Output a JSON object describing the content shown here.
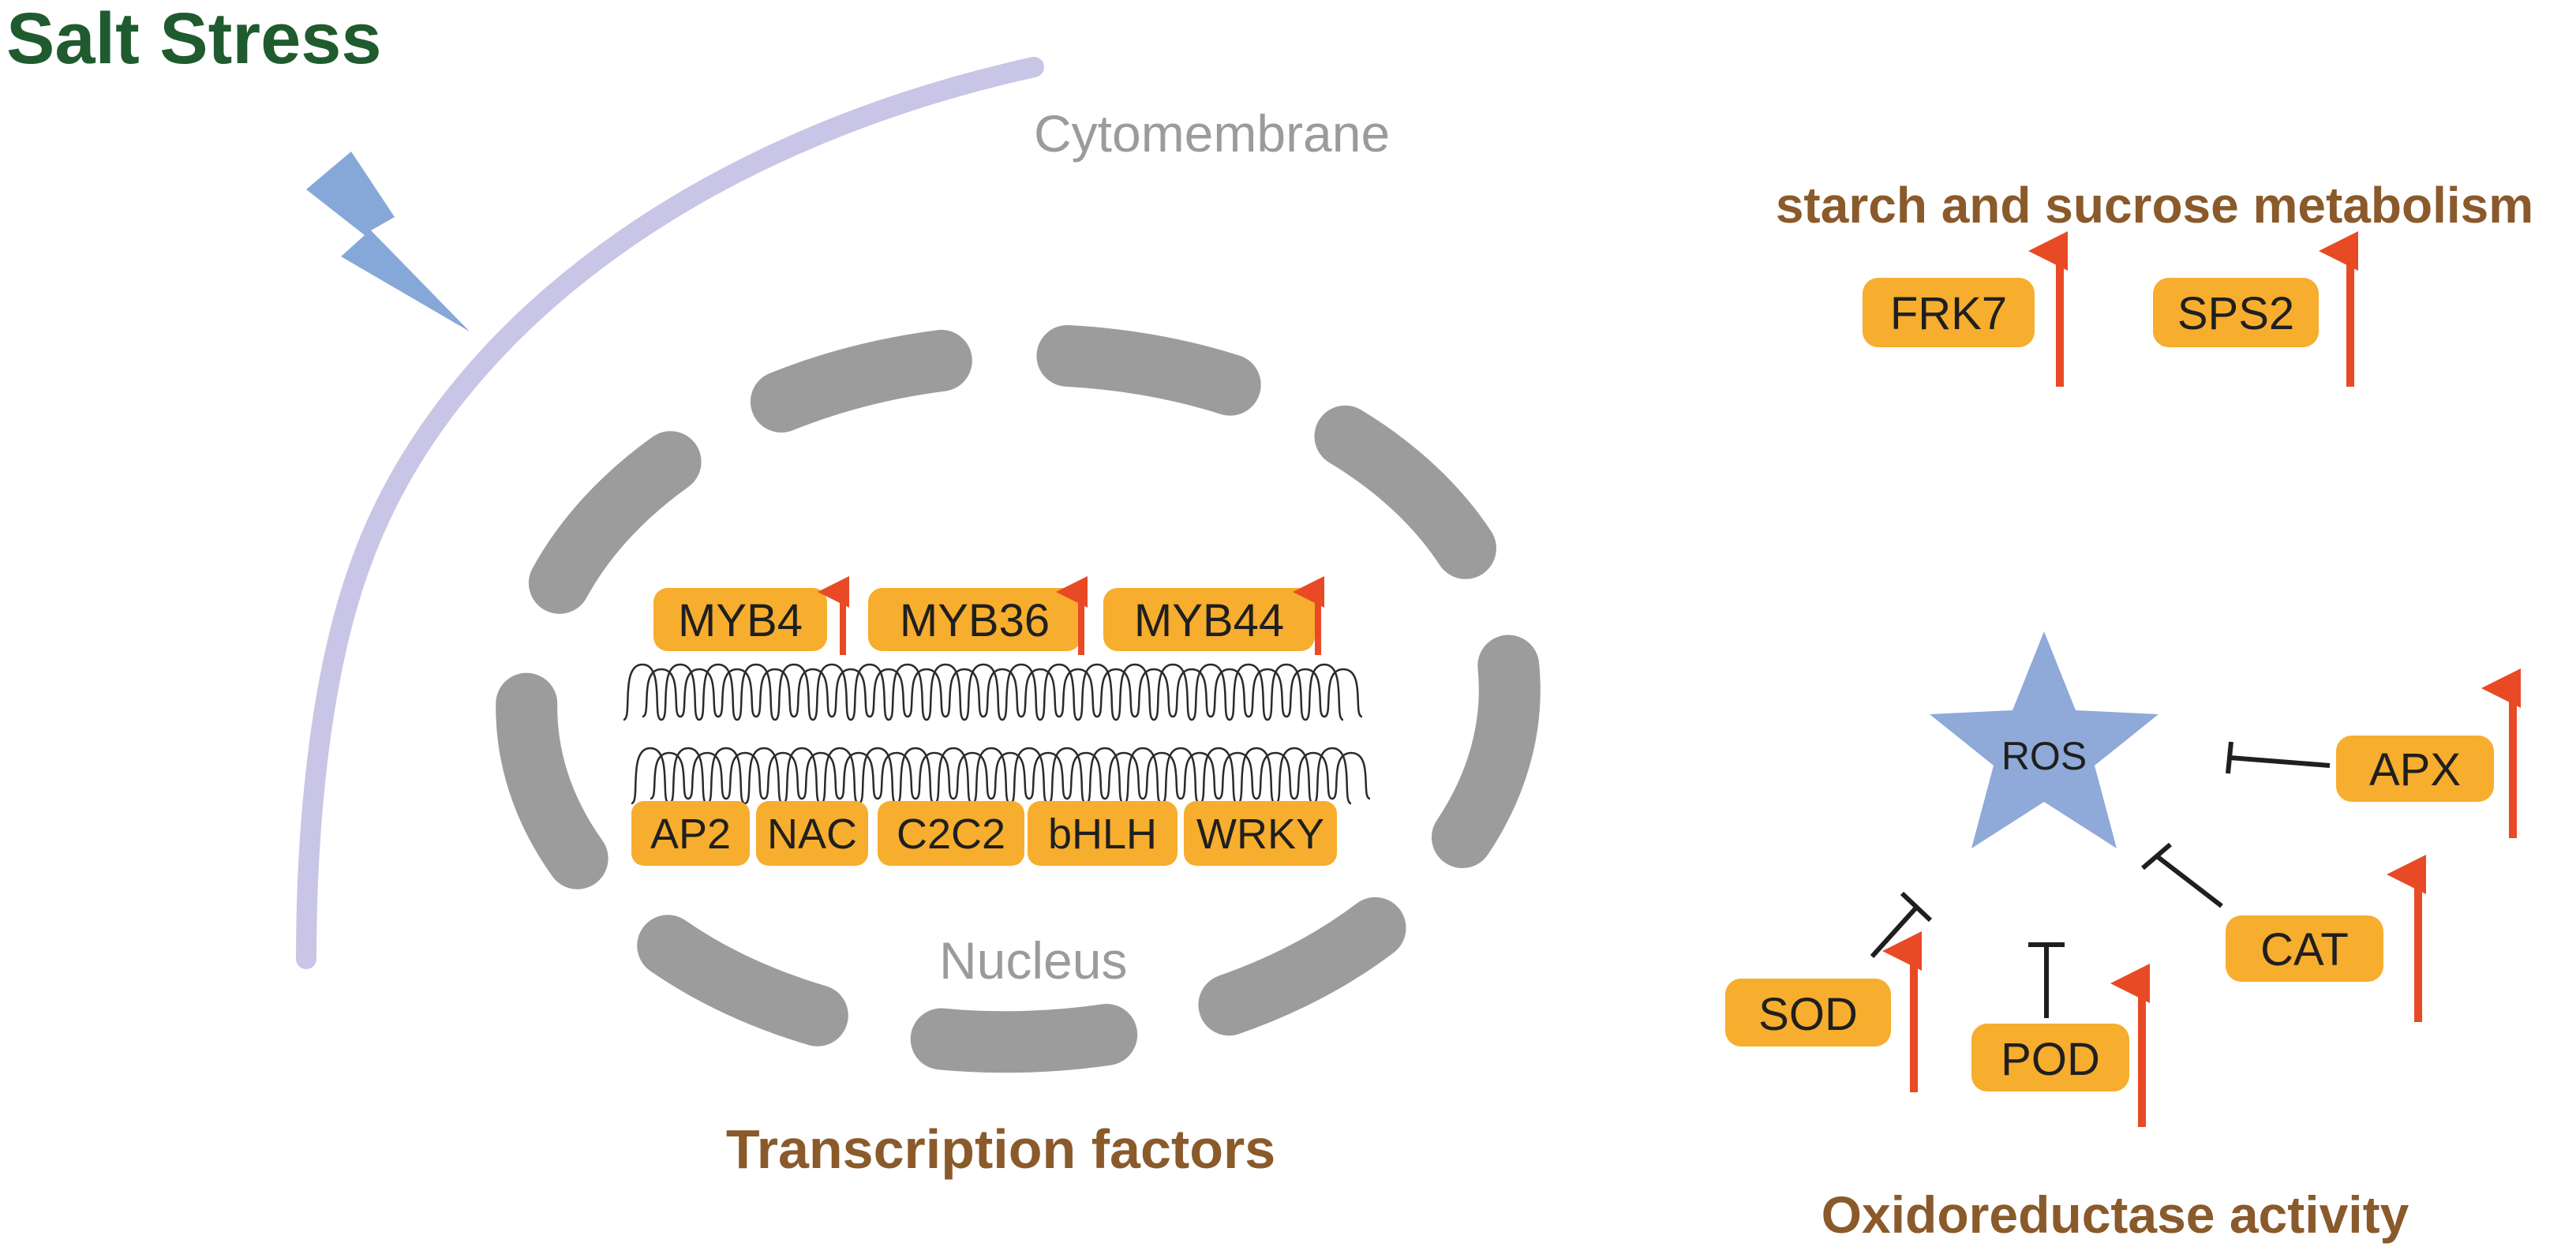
{
  "title": "Salt Stress",
  "membrane_label": "Cytomembrane",
  "nucleus_label": "Nucleus",
  "transcription": {
    "caption": "Transcription factors",
    "upregulated": [
      "MYB4",
      "MYB36",
      "MYB44"
    ],
    "families": [
      "AP2",
      "NAC",
      "C2C2",
      "bHLH",
      "WRKY"
    ]
  },
  "metabolism": {
    "title": "starch and sucrose metabolism",
    "genes": [
      "FRK7",
      "SPS2"
    ]
  },
  "oxidoreductase": {
    "caption": "Oxidoreductase activity",
    "center": "ROS",
    "enzymes": {
      "apx": "APX",
      "cat": "CAT",
      "sod": "SOD",
      "pod": "POD"
    }
  },
  "colors": {
    "title": "#1f5b2e",
    "box": "#f7ad2d",
    "arrow": "#e84a25",
    "membrane": "#c9c5e6",
    "nucleus": "#9c9c9c",
    "star": "#8fa9d8",
    "bolt": "#86a8d8",
    "caption": "#8a5a2b"
  }
}
